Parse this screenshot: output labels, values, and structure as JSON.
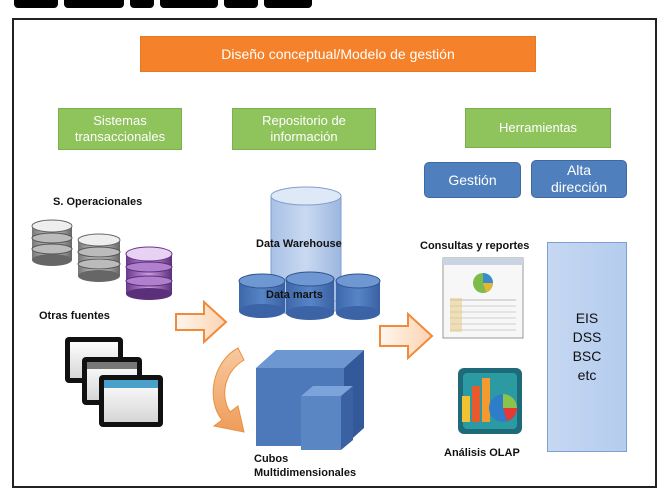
{
  "banner": {
    "title": "Diseño conceptual/Modelo de gestión"
  },
  "headers": {
    "sistemas": "Sistemas transaccionales",
    "repositorio": "Repositorio de información",
    "herramientas": "Herramientas"
  },
  "tool_types": {
    "gestion": "Gestión",
    "alta_direccion": "Alta dirección"
  },
  "labels": {
    "s_operacionales": "S. Operacionales",
    "otras_fuentes": "Otras fuentes",
    "data_warehouse": "Data Warehouse",
    "data_marts": "Data marts",
    "cubos_line1": "Cubos",
    "cubos_line2": "Multidimensionales",
    "consultas": "Consultas y reportes",
    "analisis_olap": "Análisis OLAP"
  },
  "tools_list": [
    "EIS",
    "DSS",
    "BSC",
    "etc"
  ],
  "colors": {
    "banner": "#f5822a",
    "header": "#8fc35b",
    "tool_box": "#4f80bd",
    "cylinder": "#4a73b5",
    "warehouse": "#b9cdea"
  }
}
